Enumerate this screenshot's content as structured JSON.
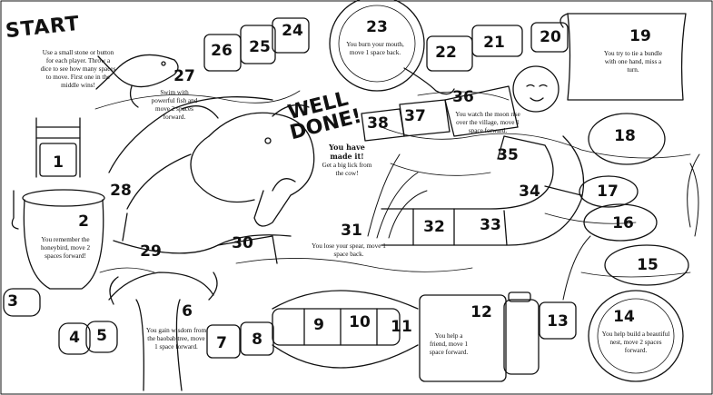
{
  "title": "START",
  "start_text": "Use a small stone or button for each player. Throw a dice to see how many spaces to move. First one in the middle wins!",
  "finish": {
    "heading": "WELL DONE!",
    "subheading": "You have made it!",
    "text": "Get a big lick from the cow!"
  },
  "squares": [
    "1",
    "2",
    "3",
    "4",
    "5",
    "6",
    "7",
    "8",
    "9",
    "10",
    "11",
    "12",
    "13",
    "14",
    "15",
    "16",
    "17",
    "18",
    "19",
    "20",
    "21",
    "22",
    "23",
    "24",
    "25",
    "26",
    "27",
    "28",
    "29",
    "30",
    "31",
    "32",
    "33",
    "34",
    "35",
    "36",
    "37",
    "38"
  ],
  "instructions": {
    "sq2": "You remember the honeybird, move 2 spaces forward!",
    "sq6": "You gain wisdom from the baobab tree, move 1 space forward.",
    "sq12": "You help a friend, move 1 space forward.",
    "sq14": "You help build a beautiful nest, move 2 spaces forward.",
    "sq19": "You try to tie a bundle with one hand, miss a turn.",
    "sq23": "You burn your mouth, move 1 space back.",
    "sq27": "Swim with powerful fish and move 2 spaces forward.",
    "sq31": "You lose your spear, move 1 space back.",
    "sq36": "You watch the moon rise over the village, move 1 space forward."
  }
}
